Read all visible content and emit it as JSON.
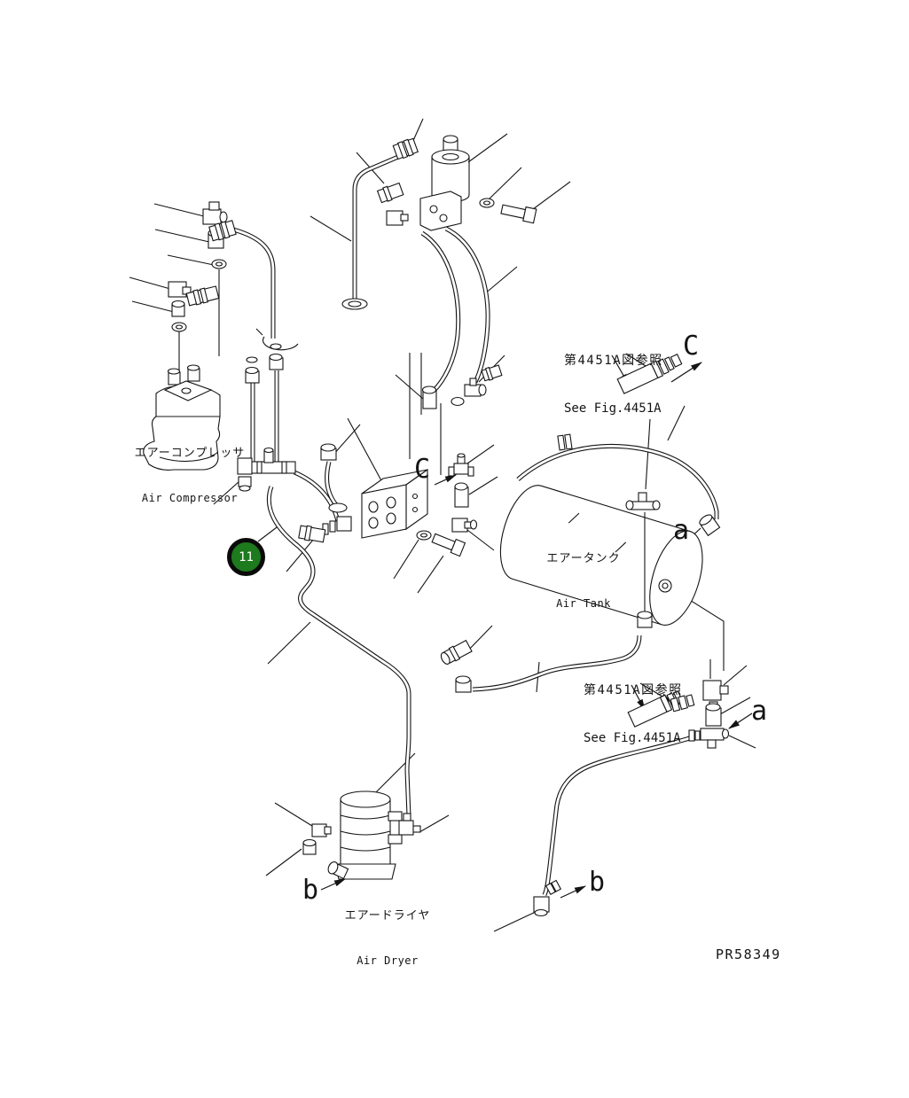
{
  "page": {
    "background": "#ffffff",
    "part_number": "PR58349"
  },
  "callout_11": {
    "number": "11",
    "fill_color": "#1d7a1d",
    "ring_color": "#0a0a0a",
    "text_color": "#ffffff"
  },
  "components": {
    "air_compressor": {
      "label_jp": "エアーコンプレッサ",
      "label_en": "Air Compressor"
    },
    "air_tank": {
      "label_jp": "エアータンク",
      "label_en": "Air Tank"
    },
    "air_dryer": {
      "label_jp": "エアードライヤ",
      "label_en": "Air Dryer"
    }
  },
  "references": {
    "upper": {
      "line_jp": "第4451A図参照",
      "line_en": "See Fig.4451A"
    },
    "lower": {
      "line_jp": "第4451A図参照",
      "line_en": "See Fig.4451A"
    }
  },
  "connection_labels": {
    "c_upper_right": "C",
    "c_center": "C",
    "a_tank_right": "a",
    "a_lower_right": "a",
    "b_air_dryer": "b",
    "b_lower_right": "b"
  }
}
